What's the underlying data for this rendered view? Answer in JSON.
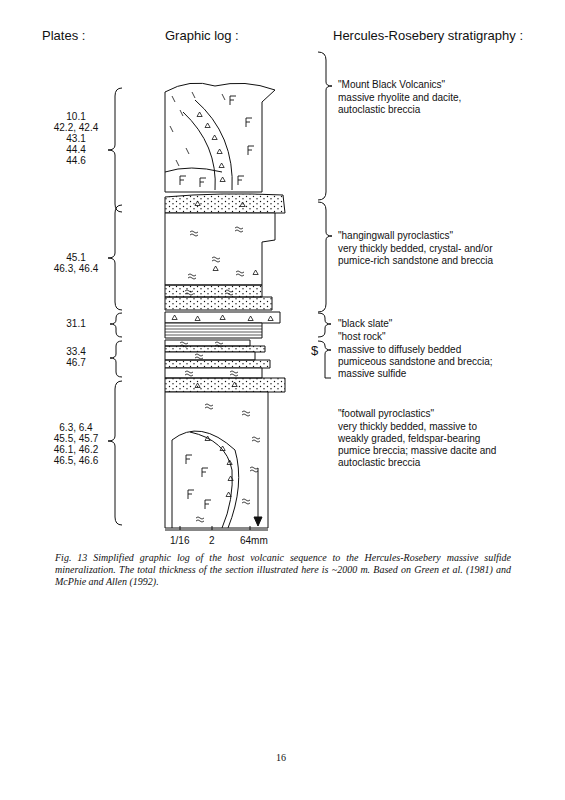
{
  "diagram": {
    "caption": "Fig. 13 Simplified graphic log of the host volcanic sequence to the Hercules-Rosebery massive sulfide mineralization. The total thickness of the section illustrated here is ~2000 m. Based on Green et al. (1981) and McPhie and Allen (1992).",
    "labels": [
      "Plates :",
      "Graphic log :",
      "Hercules-Rosebery stratigraphy :",
      "10.1",
      "42.2, 42.4",
      "43.1",
      "44.4",
      "44.6",
      "45.1",
      "46.3, 46.4",
      "31.1",
      "33.4",
      "46.7",
      "6.3, 6.4",
      "45.5, 45.7",
      "46.1, 46.2",
      "46.5, 46.6",
      "\"Mount Black Volcanics\"",
      "massive rhyolite and dacite, autoclastic breccia",
      "\"hangingwall pyroclastics\"",
      "very thickly bedded, crystal- and/or pumice-rich sandstone and breccia",
      "\"black slate\"",
      "\"host rock\"",
      "massive to diffusely bedded pumiceous sandstone and breccia; massive sulfide",
      "$",
      "\"footwall pyroclastics\"",
      "very thickly bedded, massive to weakly graded, feldspar-bearing pumice breccia; massive dacite and autoclastic breccia",
      "1/16",
      "2",
      "64mm",
      "16"
    ]
  }
}
